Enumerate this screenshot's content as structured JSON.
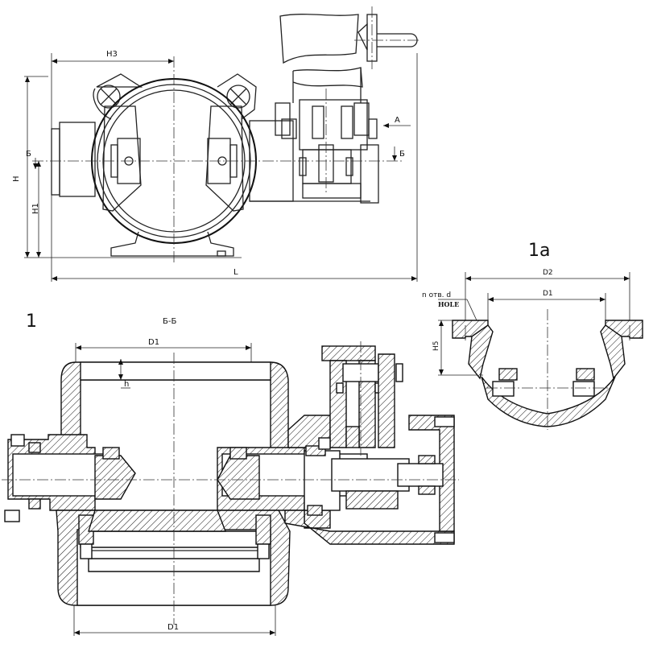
{
  "views": {
    "main_view_number": "1",
    "detail_view_number": "1a",
    "section_title": "Б-Б"
  },
  "dimensions": {
    "H": "H",
    "H1": "H1",
    "H3": "H3",
    "L": "L",
    "D1": "D1",
    "D2": "D2",
    "H5": "H5",
    "h": "h"
  },
  "markers": {
    "section_B": "Б",
    "view_A": "A"
  },
  "callouts": {
    "holes": "n отв. d",
    "hole_stamp": "HOLE"
  }
}
